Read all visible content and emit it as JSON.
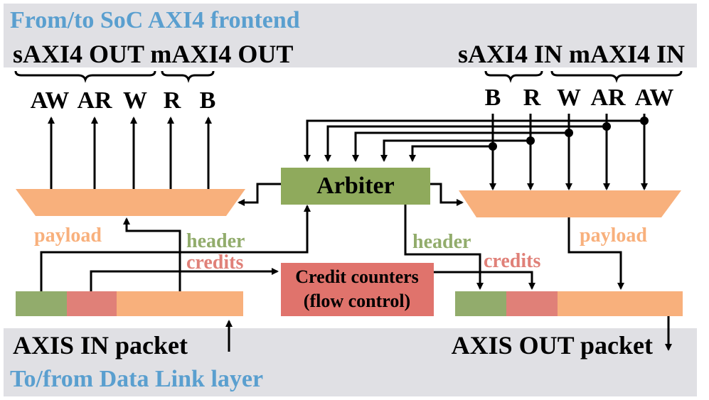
{
  "top_band": {
    "title": "From/to SoC AXI4 frontend",
    "left_label": "sAXI4 OUT mAXI4 OUT",
    "right_label": "sAXI4 IN mAXI4 IN"
  },
  "out_signals": [
    "AW",
    "AR",
    "W",
    "R",
    "B"
  ],
  "in_signals": [
    "B",
    "R",
    "W",
    "AR",
    "AW"
  ],
  "arbiter": {
    "label": "Arbiter"
  },
  "credit_counters": {
    "line1": "Credit counters",
    "line2": "(flow control)"
  },
  "left_side": {
    "payload": "payload",
    "header": "header",
    "credits": "credits"
  },
  "right_side": {
    "payload": "payload",
    "header": "header",
    "credits": "credits"
  },
  "bottom_band": {
    "axis_in": "AXIS IN packet",
    "axis_out": "AXIS OUT packet",
    "title": "To/from Data Link layer"
  },
  "colors": {
    "band": "#e0e0e4",
    "title_blue": "#5a9fcf",
    "mux_orange": "#f8b07c",
    "header_green": "#92ac6c",
    "credits_red": "#e08078",
    "arbiter_green": "#8faa5c",
    "counter_red": "#e0736c"
  }
}
